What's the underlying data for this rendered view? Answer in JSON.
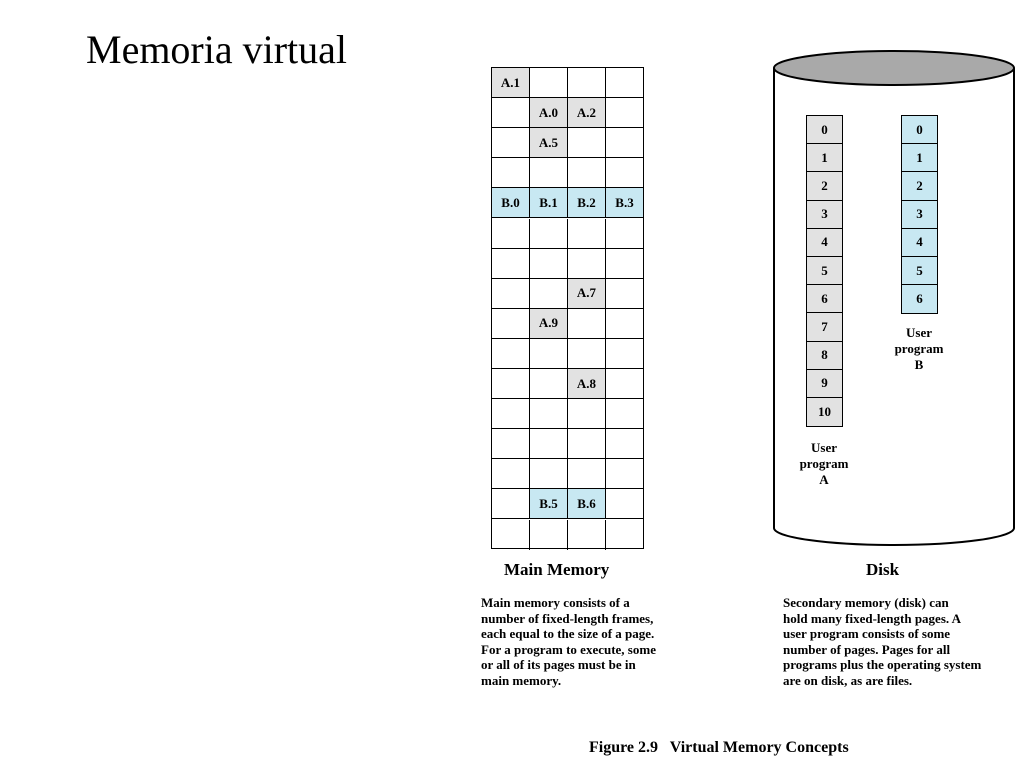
{
  "slide": {
    "title": "Memoria virtual"
  },
  "main_memory": {
    "heading": "Main Memory",
    "description_lines": [
      "Main memory consists of a",
      "number of fixed-length frames,",
      "each equal to the size of a page.",
      "For a program to execute, some",
      "or all of its pages must be in",
      "main memory."
    ],
    "frames": [
      [
        "A.1",
        "",
        "",
        ""
      ],
      [
        "",
        "A.0",
        "A.2",
        ""
      ],
      [
        "",
        "A.5",
        "",
        ""
      ],
      [
        "",
        "",
        "",
        ""
      ],
      [
        "B.0",
        "B.1",
        "B.2",
        "B.3"
      ],
      [
        "",
        "",
        "",
        ""
      ],
      [
        "",
        "",
        "",
        ""
      ],
      [
        "",
        "",
        "A.7",
        ""
      ],
      [
        "",
        "A.9",
        "",
        ""
      ],
      [
        "",
        "",
        "",
        ""
      ],
      [
        "",
        "",
        "A.8",
        ""
      ],
      [
        "",
        "",
        "",
        ""
      ],
      [
        "",
        "",
        "",
        ""
      ],
      [
        "",
        "",
        "",
        ""
      ],
      [
        "",
        "B.5",
        "B.6",
        ""
      ],
      [
        "",
        "",
        "",
        ""
      ]
    ]
  },
  "disk": {
    "heading": "Disk",
    "description_lines": [
      "Secondary memory (disk) can",
      "hold many fixed-length pages. A",
      "user program consists of some",
      "number of pages. Pages for all",
      "programs plus the operating system",
      "are on disk, as are files."
    ],
    "program_a": {
      "pages": [
        "0",
        "1",
        "2",
        "3",
        "4",
        "5",
        "6",
        "7",
        "8",
        "9",
        "10"
      ],
      "label_lines": [
        "User",
        "program",
        "A"
      ]
    },
    "program_b": {
      "pages": [
        "0",
        "1",
        "2",
        "3",
        "4",
        "5",
        "6"
      ],
      "label_lines": [
        "User",
        "program",
        "B"
      ]
    }
  },
  "figure_caption": "Figure 2.9   Virtual Memory Concepts",
  "colors": {
    "program_a_fill": "#e2e2e2",
    "program_b_fill": "#c8e8f2",
    "disk_top_fill": "#a9a9a9"
  }
}
